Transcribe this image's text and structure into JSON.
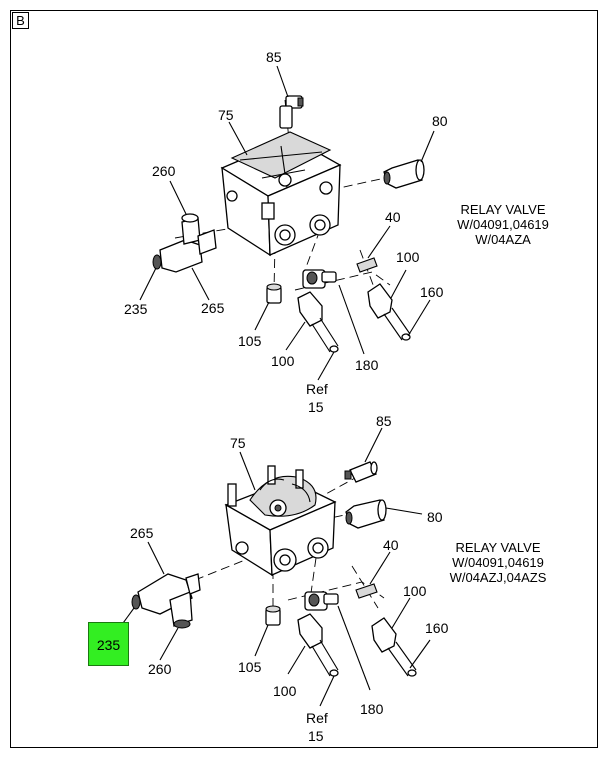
{
  "section": "B",
  "top_assembly": {
    "caption": [
      "RELAY VALVE",
      "W/04091,04619",
      "W/04AZA"
    ],
    "callouts": [
      "85",
      "75",
      "80",
      "260",
      "40",
      "100",
      "160",
      "235",
      "265",
      "105",
      "100",
      "180",
      "Ref",
      "15"
    ]
  },
  "bottom_assembly": {
    "caption": [
      "RELAY VALVE",
      "W/04091,04619",
      "W/04AZJ,04AZS"
    ],
    "callouts": [
      "85",
      "75",
      "80",
      "265",
      "40",
      "100",
      "160",
      "235",
      "260",
      "105",
      "100",
      "180",
      "Ref",
      "15"
    ]
  },
  "highlight": {
    "part": "235",
    "color": "#33ee22"
  }
}
